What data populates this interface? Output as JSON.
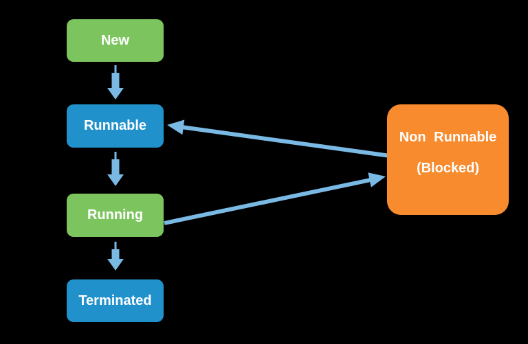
{
  "diagram": {
    "type": "state-diagram",
    "nodes": [
      {
        "id": "new",
        "label": "New",
        "color": "#7CC55E",
        "text_color": "#FFFFFF"
      },
      {
        "id": "runnable",
        "label": "Runnable",
        "color": "#2191CC",
        "text_color": "#FFFFFF"
      },
      {
        "id": "running",
        "label": "Running",
        "color": "#7CC55E",
        "text_color": "#FFFFFF"
      },
      {
        "id": "terminated",
        "label": "Terminated",
        "color": "#2191CC",
        "text_color": "#FFFFFF"
      },
      {
        "id": "non_runnable",
        "label_line1": "Non  Runnable",
        "label_line2": "(Blocked)",
        "color": "#F78B2E",
        "text_color": "#FFFFFF"
      }
    ],
    "edges": [
      {
        "from": "New",
        "to": "Runnable"
      },
      {
        "from": "Runnable",
        "to": "Running"
      },
      {
        "from": "Running",
        "to": "Terminated"
      },
      {
        "from": "Non Runnable (Blocked)",
        "to": "Runnable"
      },
      {
        "from": "Running",
        "to": "Non Runnable (Blocked)"
      }
    ],
    "colors": {
      "background": "#000000",
      "arrow": "#79B9E4"
    }
  }
}
